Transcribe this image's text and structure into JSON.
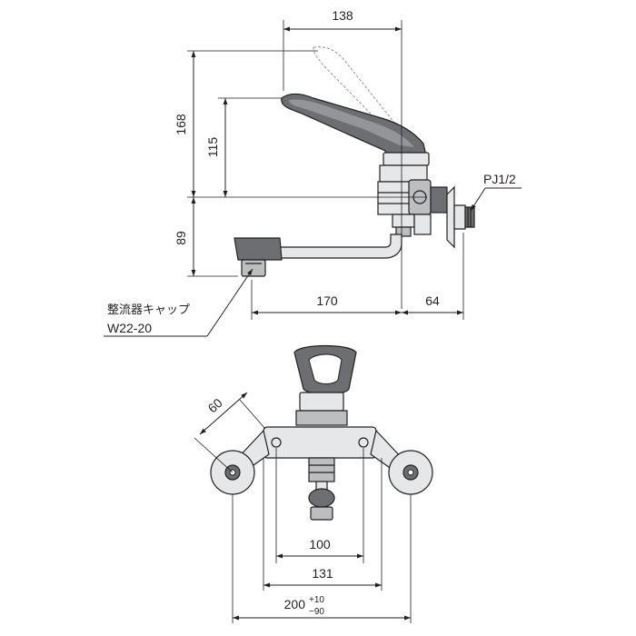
{
  "dimensions": {
    "top_width": "138",
    "total_height": "168",
    "handle_height": "115",
    "spout_drop": "89",
    "spout_reach": "170",
    "fitting_length": "64",
    "inner_width": "100",
    "mount_width": "131",
    "center_spacing": "200",
    "tol_plus": "+10",
    "tol_minus": "−90",
    "angle_size": "60"
  },
  "labels": {
    "thread": "PJ1/2",
    "aerator_line1": "整流器キャップ",
    "aerator_line2": "W22-20"
  }
}
